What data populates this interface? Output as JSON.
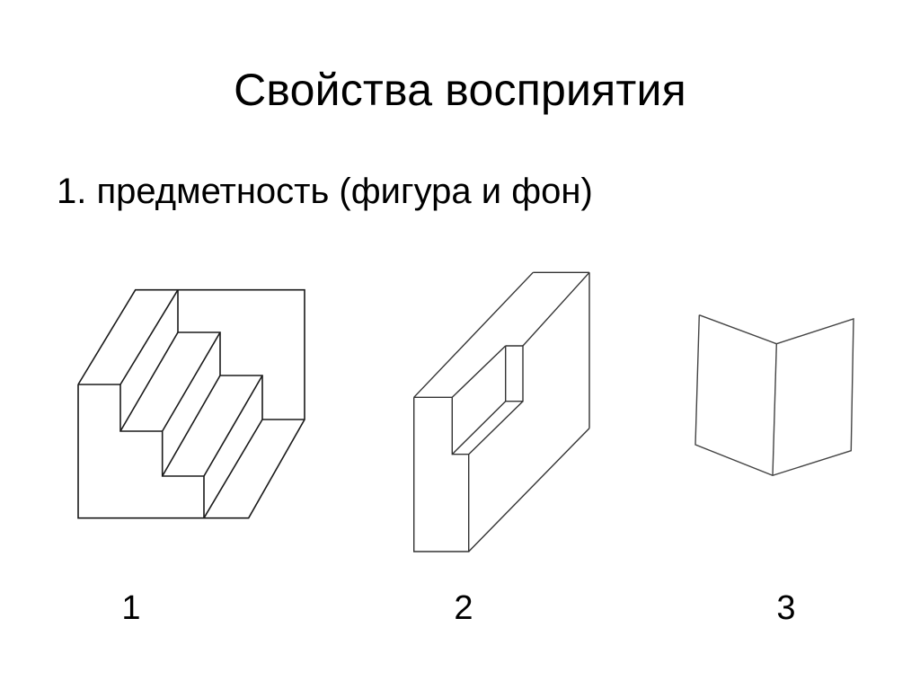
{
  "slide": {
    "title": "Свойства восприятия",
    "bullet": "1. предметность (фигура и фон)",
    "figures": [
      {
        "id": "figure-1",
        "depicts": "staircase-ambiguous-figure",
        "label": "1"
      },
      {
        "id": "figure-2",
        "depicts": "block-with-slot-ambiguous-figure",
        "label": "2"
      },
      {
        "id": "figure-3",
        "depicts": "folded-card-ambiguous-figure",
        "label": "3"
      }
    ]
  },
  "colors": {
    "background": "#ffffff",
    "text": "#000000",
    "line": "#1a1a1a"
  }
}
